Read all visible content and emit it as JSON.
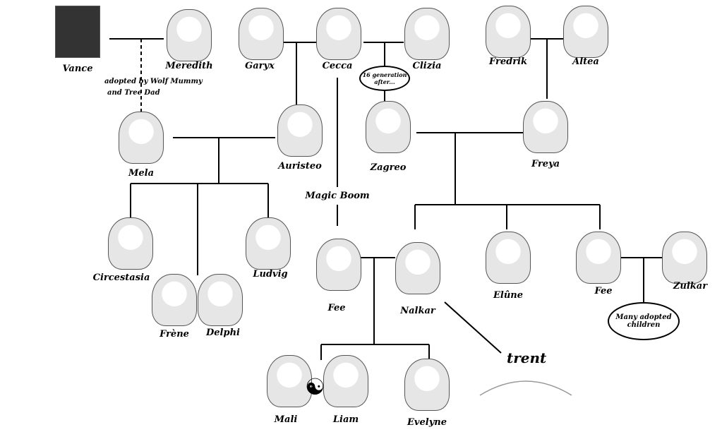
{
  "people": [
    {
      "name": "Vance",
      "dark": true
    },
    {
      "name": "Meredith"
    },
    {
      "name": "Garyx"
    },
    {
      "name": "Cecca"
    },
    {
      "name": "Clizia"
    },
    {
      "name": "Fredrik"
    },
    {
      "name": "Altea"
    },
    {
      "name": "Mela"
    },
    {
      "name": "Auristeo"
    },
    {
      "name": "Zagreo"
    },
    {
      "name": "Freya"
    },
    {
      "name": "Circestasia"
    },
    {
      "name": "Ludvig"
    },
    {
      "name": "Frène"
    },
    {
      "name": "Delphi"
    },
    {
      "name": "Fee"
    },
    {
      "name": "Nalkar"
    },
    {
      "name": "Elûne"
    },
    {
      "name": "Fee"
    },
    {
      "name": "Zulkar"
    },
    {
      "name": "Mali"
    },
    {
      "name": "Liam"
    },
    {
      "name": "Evelyne"
    }
  ],
  "notes": {
    "adopted": "adopted by Wolf Mummy",
    "adopted2": "and Tree Dad",
    "magic_boom": "Magic Boom",
    "generation": "16 generation after...",
    "many_adopted": "Many adopted children",
    "trent": "trent"
  },
  "symbols": {
    "yin_yang": "☯"
  }
}
